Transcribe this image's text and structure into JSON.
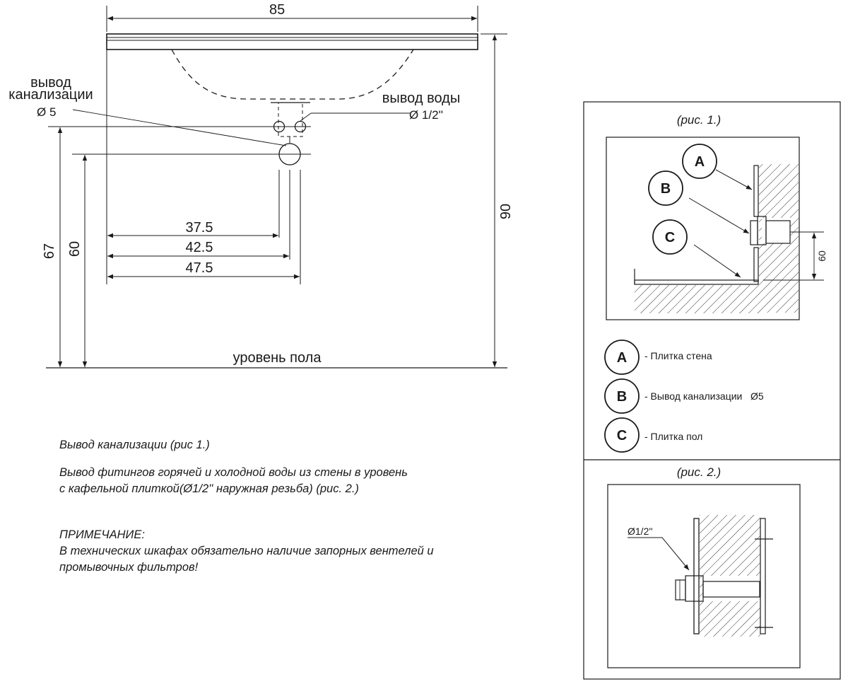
{
  "main_drawing": {
    "width_dim": "85",
    "height_dim": "90",
    "dim_67": "67",
    "dim_60": "60",
    "dim_37_5": "37.5",
    "dim_42_5": "42.5",
    "dim_47_5": "47.5",
    "drain_label_line1": "вывод",
    "drain_label_line2": "канализации",
    "drain_diameter": "Ø 5",
    "water_label": "вывод воды",
    "water_diameter": "Ø 1/2''",
    "floor_label": "уровень пола"
  },
  "notes": {
    "line1": "Вывод канализации (рис 1.)",
    "line2": "Вывод фитингов горячей и холодной воды из стены в уровень",
    "line3": "с кафельной плиткой(Ø1/2'' наружная резьба) (рис. 2.)",
    "note_title": "ПРИМЕЧАНИЕ:",
    "note_line1": "В технических шкафах обязательно наличие запорных вентелей и",
    "note_line2": "промывочных фильтров!"
  },
  "fig1": {
    "caption": "(рис. 1.)",
    "dim_60": "60",
    "legend": [
      {
        "letter": "A",
        "text": "- Плитка стена"
      },
      {
        "letter": "B",
        "text": "- Вывод канализации   Ø5"
      },
      {
        "letter": "C",
        "text": "- Плитка пол"
      }
    ]
  },
  "fig2": {
    "caption": "(рис. 2.)",
    "diameter": "Ø1/2''"
  }
}
